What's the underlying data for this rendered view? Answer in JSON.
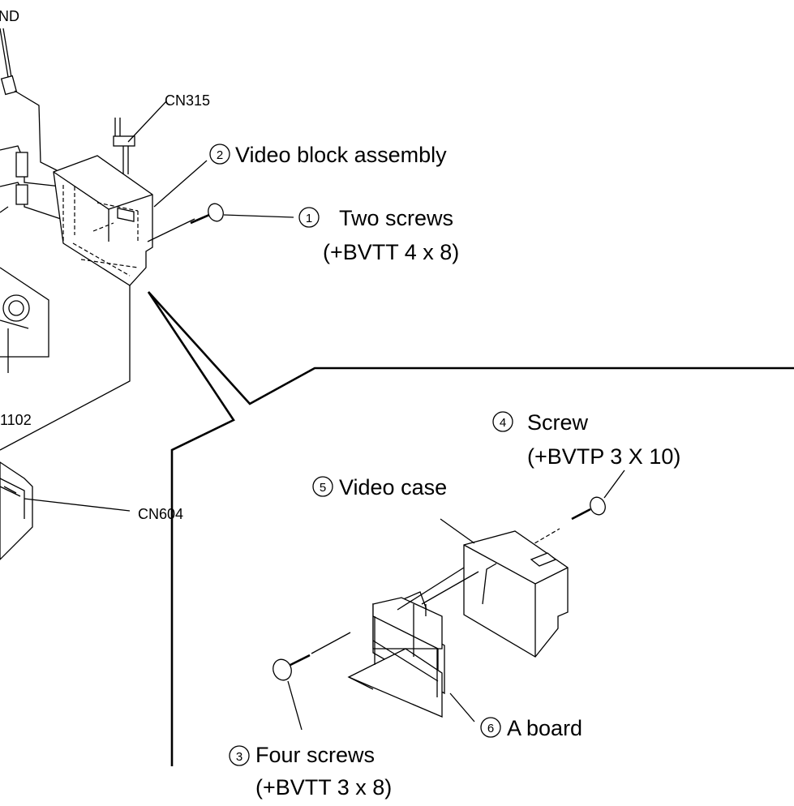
{
  "connectors": {
    "cn315": "CN315",
    "cn604": "CN604",
    "partial_gnd": "ND",
    "partial_1102": "1102"
  },
  "callouts": {
    "video_block": {
      "num": "2",
      "text": "Video block assembly"
    },
    "two_screws": {
      "num": "1",
      "line1": "Two screws",
      "line2": "(+BVTT 4 x 8)"
    },
    "screw": {
      "num": "4",
      "line1": "Screw",
      "line2": "(+BVTP 3 X 10)"
    },
    "video_case": {
      "num": "5",
      "text": "Video case"
    },
    "a_board": {
      "num": "6",
      "text": "A board"
    },
    "four_screws": {
      "num": "3",
      "line1": "Four screws",
      "line2": "(+BVTT 3 x 8)"
    }
  }
}
